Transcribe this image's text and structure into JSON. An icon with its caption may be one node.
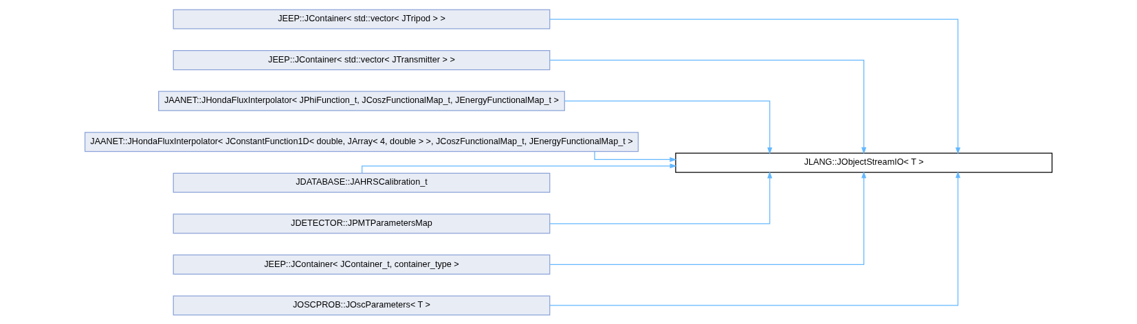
{
  "diagram": {
    "nodes": [
      {
        "text": [
          "JLANG::JObjectStreamIO< T >"
        ]
      },
      {
        "text": [
          "JEEP::JContainer< std::vector< JTripod > >"
        ]
      },
      {
        "text": [
          "JEEP::JContainer< std::vector< JTransmitter > >"
        ]
      },
      {
        "text": [
          "JAANET::JHondaFluxInterpolator< JPhiFunction_t, JCoszFunctionalMap_t, JEnergyFunctionalMap_t >"
        ]
      },
      {
        "text": [
          "JAANET::JHondaFluxInterpolator< JConstantFunction1D< double, JArray< 4, double > >, JCoszFunctionalMap_t, JEnergyFunctionalMap_t >"
        ]
      },
      {
        "text": [
          "JDATABASE::JAHRSCalibration_t"
        ]
      },
      {
        "text": [
          "JDETECTOR::JPMTParametersMap"
        ]
      },
      {
        "text": [
          "JEEP::JContainer< JContainer_t, container_type >"
        ]
      },
      {
        "text": [
          "JOSCPROB::JOscParameters< T >"
        ]
      }
    ],
    "edges": [
      {
        "from": 1,
        "to": 0,
        "arrow": "to"
      },
      {
        "from": 2,
        "to": 0,
        "arrow": "to"
      },
      {
        "from": 3,
        "to": 0,
        "arrow": "to"
      },
      {
        "from": 4,
        "to": 0,
        "arrow": "to"
      },
      {
        "from": 5,
        "to": 0,
        "arrow": "to"
      },
      {
        "from": 6,
        "to": 0,
        "arrow": "to"
      },
      {
        "from": 7,
        "to": 0,
        "arrow": "to"
      },
      {
        "from": 8,
        "to": 0,
        "arrow": "to"
      }
    ]
  }
}
